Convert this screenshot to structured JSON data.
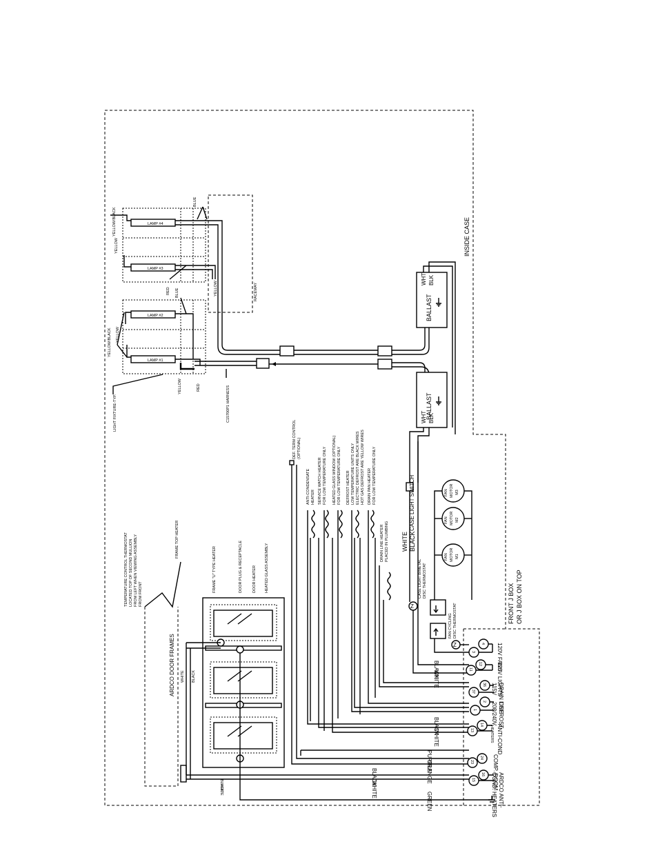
{
  "case_border": {
    "inside_case": "INSIDE CASE",
    "jbox": [
      "FRONT J BOX",
      "OR J BOX ON TOP"
    ]
  },
  "lamps": [
    "LAMP #4",
    "LAMP #3",
    "LAMP #2",
    "LAMP #1"
  ],
  "lamp_wire_labels": {
    "yellow_black_top": "YELLOW/BLACK",
    "yellow_top": "YELLOW",
    "blue_top": "BLUE",
    "red_mid": "RED",
    "blue_mid": "BLUE",
    "yellow_mid": "YELLOW",
    "raceway": "RACEWAY",
    "yellow_black_bottom": "YELLOW/BLACK",
    "yellow_bottom_a": "YELLOW",
    "yellow_bottom_b": "YELLOW",
    "red_bottom": "RED",
    "light_fixture": "LIGHT FIXTURE-TYP.",
    "harness": "C15700P1 HARNESS"
  },
  "ballasts": [
    {
      "label": "BALLAST",
      "wht": "WHT",
      "blk": "BLK"
    },
    {
      "label": "BALLAST",
      "wht": "WHT",
      "blk": "BLK"
    }
  ],
  "case_light_switch": "CASE LIGHT SWITCH",
  "wire_colors": {
    "white": "WHITE",
    "black": "BLACK",
    "purple": "PURPLE",
    "orange": "ORANGE",
    "green": "GREEN"
  },
  "fan_motors": [
    {
      "line1": "FAN",
      "line2": "MOTOR",
      "line3": "M3"
    },
    {
      "line1": "FAN",
      "line2": "MOTOR",
      "line3": "M2"
    },
    {
      "line1": "FAN",
      "line2": "MOTOR",
      "line3": "M1"
    }
  ],
  "thermostats": {
    "case_light": [
      "CASE LIGHT BIMETAL",
      "DISC THERMOSTAT"
    ],
    "fan_cycling": [
      "FAN CYCLING",
      "DISC THERMOSTAT"
    ]
  },
  "term_control": [
    "DEF. TERM CONTROL",
    "(OPTIONAL)"
  ],
  "heater_notes": [
    [
      "ANTI-CONDENSATE",
      "HEATER"
    ],
    [
      "SERVICE WATCH HEATER",
      "FOR LOW TEMPERATURE ONLY"
    ],
    [
      "HEATED GLASS WINDOW (OPTIONAL)",
      "FOR LOW TEMPERATURE ONLY"
    ],
    [
      "DEFROST HEATER",
      "LOW TEMPERATURE UNITS ONLY",
      "ELECTRIC DEFROST ARE BLACK WIRES",
      "HOT GAS DEFROST ARE YELLOW WIRES"
    ],
    [
      "DRAIN PAN HEATER",
      "FOR LOW TEMPERATURE ONLY"
    ]
  ],
  "drain_heater": [
    "DRAIN LINE HEATER",
    "PLACED IN PLUMBING"
  ],
  "door_labels": {
    "temp_sensor": [
      "TEMPERATURE CONTROL THERMOSTAT",
      "LOCATED TOP OF SECOND MULLION",
      "FROM LEFT WHEN VIEWING ASSEMBLY",
      "FROM FRONT"
    ],
    "frame_top_heater": "FRAME TOP HEATER",
    "frame_u": "FRAME \"U\" TYPE HEATER",
    "door_plug": "DOOR PLUG & RECEPTACLE",
    "door_heater": "DOOR HEATER",
    "heated_glass": "HEATED GLASS ASSEMBLY",
    "ardco": "ARDCO DOOR FRAMES",
    "white": "WHITE",
    "black": "BLACK"
  },
  "terminal_groups": [
    {
      "label": "120V FANS",
      "terminals": [
        "3",
        "4"
      ]
    },
    {
      "label": "120V LIGHTS",
      "terminals": [
        "11",
        "12"
      ]
    },
    {
      "label": "DRAIN LINE",
      "sub": "115V",
      "terminals": [
        "37",
        "36"
      ]
    },
    {
      "label": "DEFROST",
      "sub": "208/240V",
      "terminals": [
        "1",
        "2"
      ]
    },
    {
      "label": "ANTI-COND",
      "sub": "HEATERS",
      "terminals": [
        "13",
        "14"
      ]
    },
    {
      "label": "COMP. ROOM",
      "terminals": [
        "23",
        "24"
      ]
    },
    {
      "label": "ARDCO ANTI-",
      "sub": "COND. HEATERS",
      "terminals": [
        "15",
        "16"
      ]
    }
  ]
}
